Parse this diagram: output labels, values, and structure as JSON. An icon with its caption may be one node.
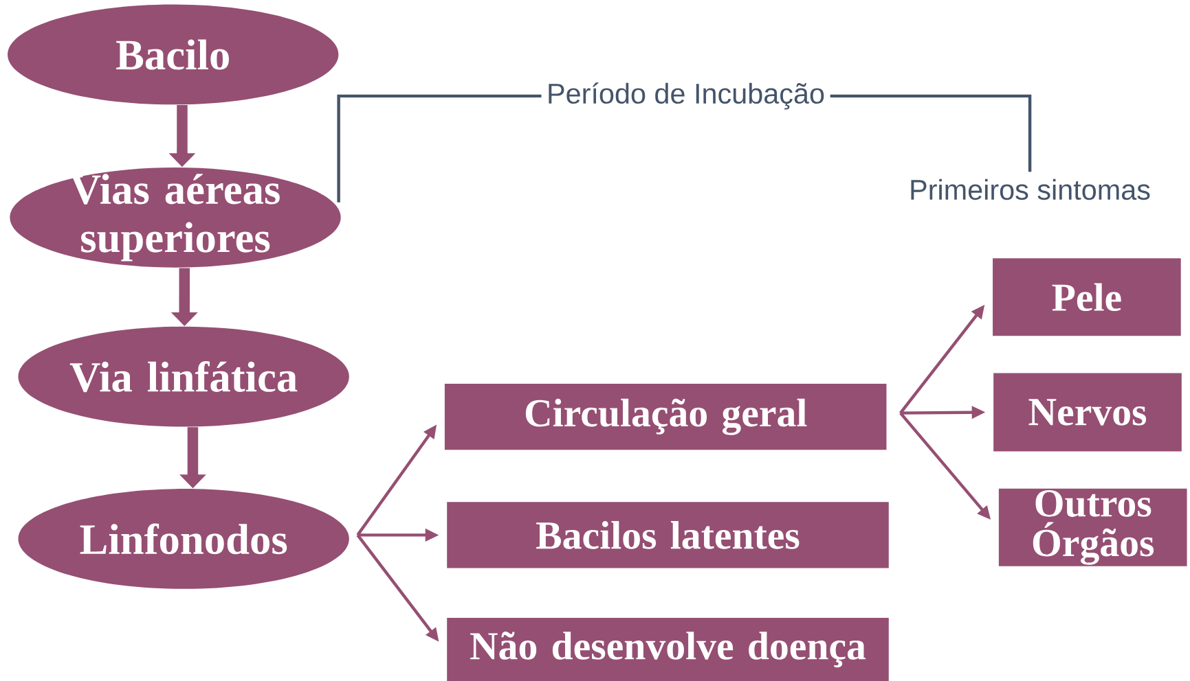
{
  "diagram": {
    "nodes": [
      {
        "text": [
          "Bacilo"
        ]
      },
      {
        "text": [
          "Vias aéreas superiores"
        ]
      },
      {
        "text": [
          "Via linfática"
        ]
      },
      {
        "text": [
          "Linfonodos"
        ]
      },
      {
        "text": [
          "Circulação geral"
        ]
      },
      {
        "text": [
          "Bacilos latentes"
        ]
      },
      {
        "text": [
          "Não desenvolve doença"
        ]
      },
      {
        "text": [
          "Pele"
        ]
      },
      {
        "text": [
          "Nervos"
        ]
      },
      {
        "text": [
          "Outros Órgãos"
        ]
      },
      {
        "text": [
          "Primeiros sintomas"
        ]
      }
    ],
    "edges": [
      {
        "from": 0,
        "to": 1,
        "arrow": "to",
        "style": "thick"
      },
      {
        "from": 1,
        "to": 2,
        "arrow": "to",
        "style": "thick"
      },
      {
        "from": 2,
        "to": 3,
        "arrow": "to",
        "style": "thick"
      },
      {
        "from": 3,
        "to": 4,
        "arrow": "to"
      },
      {
        "from": 3,
        "to": 5,
        "arrow": "to"
      },
      {
        "from": 3,
        "to": 6,
        "arrow": "to"
      },
      {
        "from": 4,
        "to": 7,
        "arrow": "to"
      },
      {
        "from": 4,
        "to": 8,
        "arrow": "to"
      },
      {
        "from": 4,
        "to": 9,
        "arrow": "to"
      },
      {
        "from": 1,
        "to": 10,
        "arrow": "none",
        "label": "Período de Incubação",
        "color": "#44546a"
      }
    ]
  }
}
